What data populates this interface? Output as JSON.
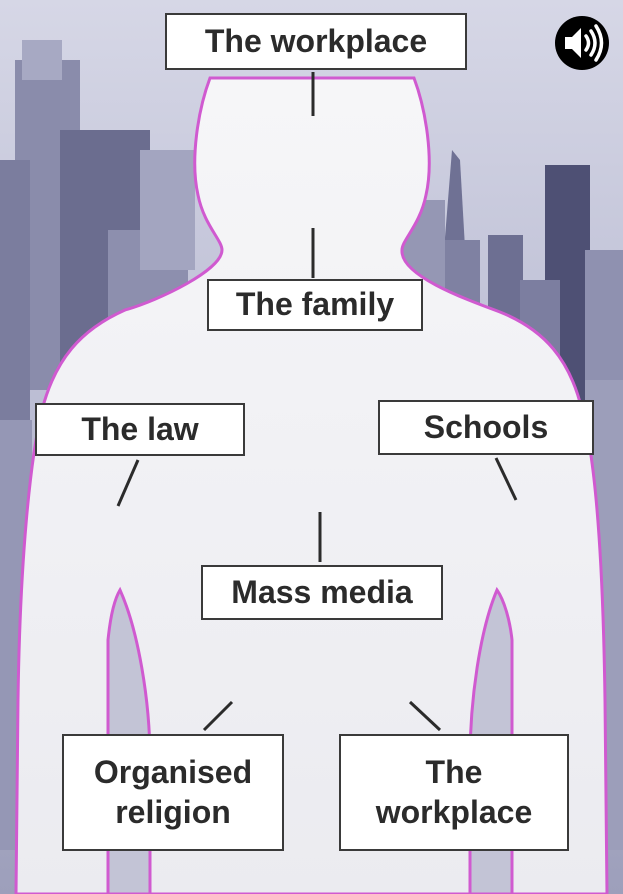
{
  "diagram": {
    "labels": {
      "workplace_top": "The workplace",
      "family": "The family",
      "law": "The law",
      "schools": "Schools",
      "mass_media": "Mass media",
      "organised_religion_line1": "Organised",
      "organised_religion_line2": "religion",
      "workplace_bottom_line1": "The",
      "workplace_bottom_line2": "workplace"
    }
  },
  "colors": {
    "outline": "#d05ad0",
    "background_sky": "#c7c8dc",
    "silhouette": "#f1f1f4",
    "label_border": "#3a3a3a"
  },
  "icons": {
    "audio": "speaker-icon"
  }
}
